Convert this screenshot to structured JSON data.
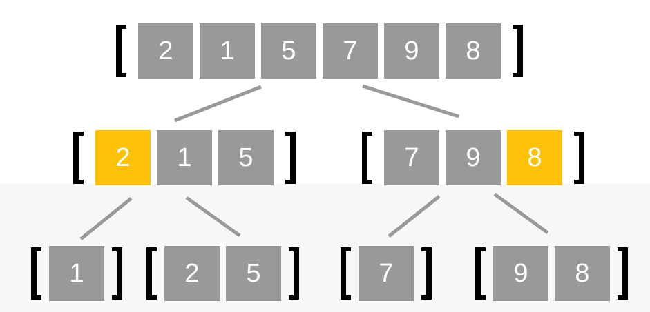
{
  "colors": {
    "box": "#999999",
    "highlight": "#FFC107",
    "number": "#FFFFFF",
    "bracket": "#000000",
    "connector": "#999999",
    "background": "#FFFFFF",
    "band": "#F6F7F7"
  },
  "arrays": {
    "root": {
      "values": [
        "2",
        "1",
        "5",
        "7",
        "9",
        "8"
      ],
      "highlight_index": null
    },
    "left": {
      "values": [
        "2",
        "1",
        "5"
      ],
      "highlight_index": 0
    },
    "right": {
      "values": [
        "7",
        "9",
        "8"
      ],
      "highlight_index": 2
    },
    "left_left": {
      "values": [
        "1"
      ],
      "highlight_index": null
    },
    "left_right": {
      "values": [
        "2",
        "5"
      ],
      "highlight_index": null
    },
    "right_left": {
      "values": [
        "7"
      ],
      "highlight_index": null
    },
    "right_right": {
      "values": [
        "9",
        "8"
      ],
      "highlight_index": null
    }
  },
  "edges": [
    {
      "from": "root",
      "to": "left"
    },
    {
      "from": "root",
      "to": "right"
    },
    {
      "from": "left",
      "to": "left_left"
    },
    {
      "from": "left",
      "to": "left_right"
    },
    {
      "from": "right",
      "to": "right_left"
    },
    {
      "from": "right",
      "to": "right_right"
    }
  ]
}
